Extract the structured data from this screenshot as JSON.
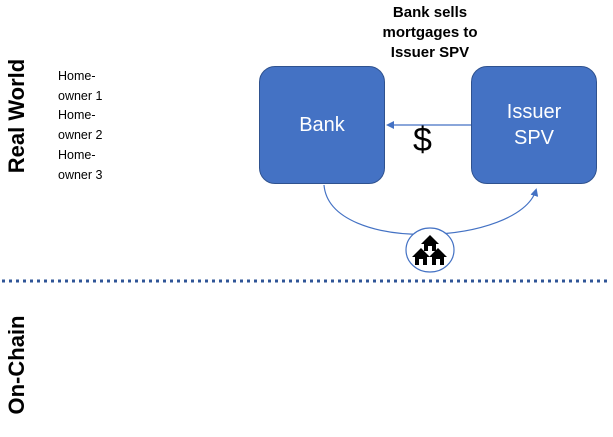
{
  "sections": {
    "real_world": "Real World",
    "on_chain": "On-Chain"
  },
  "homeowners": [
    "Home-owner 1",
    "Home-owner 2",
    "Home-owner 3"
  ],
  "step_title": "Bank sells mortgages to Issuer SPV",
  "nodes": {
    "bank": "Bank",
    "issuer_spv": "Issuer SPV"
  },
  "payment_symbol": "$",
  "colors": {
    "box_fill": "#4472c4",
    "box_border": "#2f528f",
    "connector": "#4472c4",
    "divider": "#2f5597"
  },
  "icons": {
    "mortgage_bundle": "houses-icon"
  }
}
